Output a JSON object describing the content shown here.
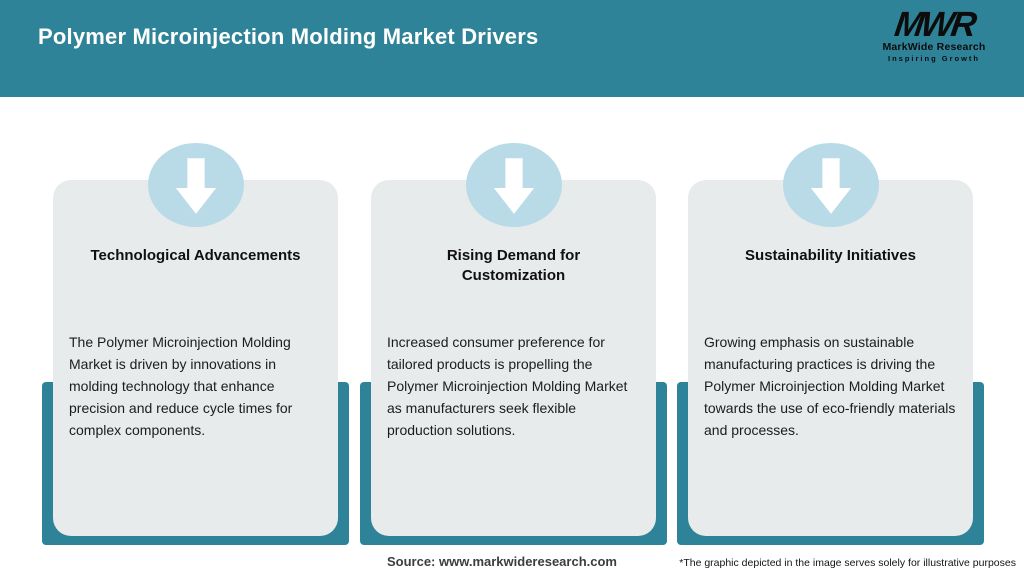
{
  "header": {
    "title": "Polymer Microinjection Molding Market Drivers",
    "logo": {
      "monogram": "MWR",
      "name": "MarkWide Research",
      "tagline": "Inspiring Growth"
    }
  },
  "cards": [
    {
      "icon": "down-arrow-icon",
      "title": "Technological Advancements",
      "body": "The Polymer Microinjection Molding Market is driven by innovations in molding technology that enhance precision and reduce cycle times for complex components."
    },
    {
      "icon": "down-arrow-icon",
      "title": "Rising Demand for Customization",
      "body": "Increased consumer preference for tailored products is propelling the Polymer Microinjection Molding Market as manufacturers seek flexible production solutions."
    },
    {
      "icon": "down-arrow-icon",
      "title": "Sustainability Initiatives",
      "body": "Growing emphasis on sustainable manufacturing practices is driving the Polymer Microinjection Molding Market towards the use of eco-friendly materials and processes."
    }
  ],
  "footer": {
    "source": "Source: www.markwideresearch.com",
    "disclaimer": "*The graphic depicted in the image serves solely for illustrative purposes"
  },
  "colors": {
    "header_teal": "#2F8398",
    "band_teal": "#2F8398",
    "circle_blue": "#B9DAE7",
    "card_gray": "#E8EBEB",
    "arrow_white": "#FFFFFF",
    "title_text": "#FFFFFF",
    "body_text": "#1C1C1C"
  }
}
